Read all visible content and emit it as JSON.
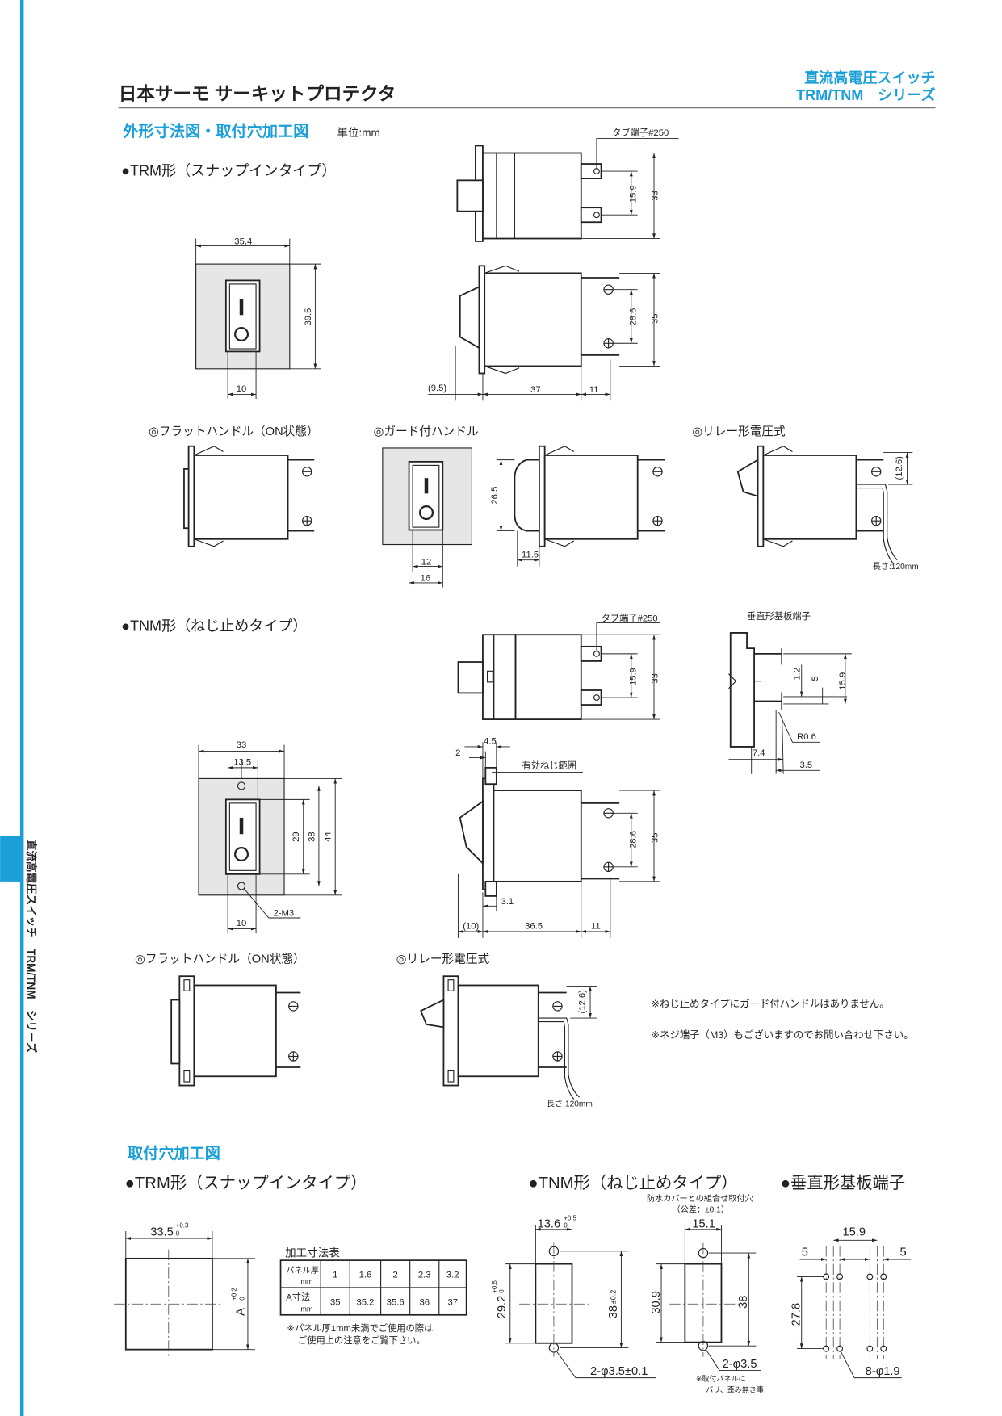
{
  "header": {
    "title": "日本サーモ サーキットプロテクタ",
    "series_line1": "直流高電圧スイッチ",
    "series_line2": "TRM/TNM　シリーズ"
  },
  "side_tab": {
    "text": "直流高電圧スイッチ　TRM/TNM　シリーズ"
  },
  "section": {
    "title": "外形寸法図・取付穴加工図",
    "unit": "単位:mm"
  },
  "trm": {
    "heading": "●TRM形（スナップインタイプ）",
    "tab_terminal": "タブ端子#250",
    "dims": {
      "w": "35.4",
      "h": "39.5",
      "sw": "10",
      "t15": "15.9",
      "t33": "33",
      "p286": "28.6",
      "p35": "35",
      "d95": "(9.5)",
      "d37": "37",
      "d11": "11"
    },
    "variants": {
      "flat": "◎フラットハンドル（ON状態）",
      "guard": "◎ガード付ハンドル",
      "relay": "◎リレー形電圧式",
      "guard_dims": {
        "h": "26.5",
        "w12": "12",
        "w16": "16",
        "d115": "11.5"
      },
      "relay_dims": {
        "d126": "(12.6)",
        "length": "長さ:120mm"
      }
    }
  },
  "tnm": {
    "heading": "●TNM形（ねじ止めタイプ）",
    "tab_terminal": "タブ端子#250",
    "dims": {
      "t15": "15.9",
      "t33": "33",
      "w33": "33",
      "w135": "13.5",
      "h29": "29",
      "h38": "38",
      "h44": "44",
      "sw": "10",
      "screw": "2-M3",
      "d45": "4.5",
      "d2": "2",
      "thread": "有効ねじ範囲",
      "d31": "3.1",
      "d10": "(10)",
      "d365": "36.5",
      "d11": "11",
      "p286": "28.6",
      "p35": "35"
    },
    "pcb": {
      "label": "垂直形基板端子",
      "d12": "1.2",
      "d5": "5",
      "d159": "15.9",
      "r06": "R0.6",
      "d74": "7.4",
      "d35": "3.5"
    },
    "variants": {
      "flat": "◎フラットハンドル（ON状態）",
      "relay": "◎リレー形電圧式",
      "d126": "(12.6)",
      "length": "長さ:120mm"
    },
    "notes": [
      "※ねじ止めタイプにガード付ハンドルはありません。",
      "※ネジ端子（M3）もございますのでお問い合わせ下さい。"
    ]
  },
  "cutout": {
    "title": "取付穴加工図",
    "trm_heading": "●TRM形（スナップインタイプ）",
    "trm_w": "33.5",
    "trm_w_tol_plus": "+0.3",
    "trm_w_tol_minus": "0",
    "trm_a": "A",
    "trm_a_tol_plus": "+0.2",
    "trm_a_tol_minus": "0",
    "table": {
      "title": "加工寸法表",
      "rows": [
        {
          "label": "パネル厚",
          "unit": "mm",
          "values": [
            "1",
            "1.6",
            "2",
            "2.3",
            "3.2"
          ]
        },
        {
          "label": "A寸法",
          "unit": "mm",
          "values": [
            "35",
            "35.2",
            "35.6",
            "36",
            "37"
          ]
        }
      ],
      "note1": "※パネル厚1mm未満でご使用の際は",
      "note2": "ご使用上の注意をご覧下さい。"
    },
    "tnm_heading": "●TNM形（ねじ止めタイプ）",
    "tnm_waterproof": "防水カバーとの組合せ取付穴",
    "tnm_tolerance": "（公差：±0.1）",
    "tnm_a": {
      "w": "13.6",
      "w_tol_plus": "+0.5",
      "w_tol_minus": "0",
      "h": "29.2",
      "h_tol_plus": "+0.5",
      "h_tol_minus": "0",
      "pitch": "38",
      "pitch_tol": "±0.2",
      "holes": "2-φ3.5±0.1"
    },
    "tnm_b": {
      "w": "15.1",
      "h": "30.9",
      "pitch": "38",
      "holes": "2-φ3.5",
      "note1": "※取付パネルに",
      "note2": "バリ、歪み無き事"
    },
    "pcb_heading": "●垂直形基板端子",
    "pcb": {
      "w": "15.9",
      "l": "5",
      "r": "5",
      "h": "27.8",
      "holes": "8-φ1.9"
    }
  },
  "colors": {
    "accent": "#1a9fd9",
    "text": "#222222"
  }
}
